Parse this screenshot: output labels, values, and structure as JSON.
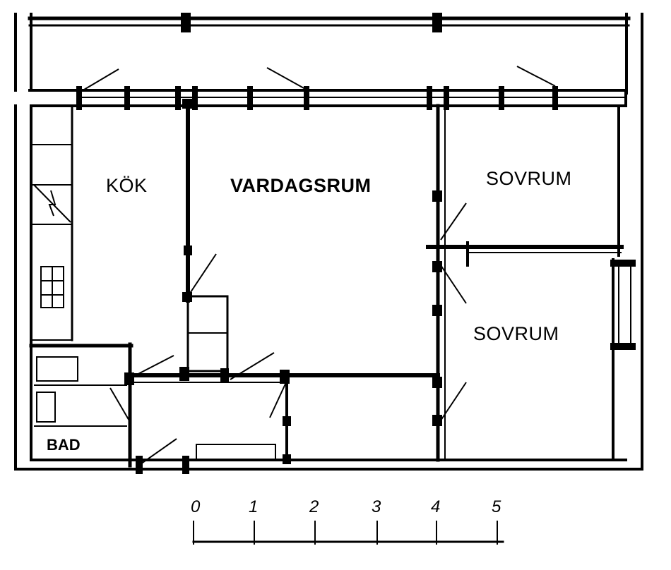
{
  "rooms": {
    "kitchen": "KÖK",
    "living_room": "VARDAGSRUM",
    "bedroom_1": "SOVRUM",
    "bedroom_2": "SOVRUM",
    "bathroom": "BAD"
  },
  "scale": {
    "ticks": [
      "0",
      "1",
      "2",
      "3",
      "4",
      "5"
    ]
  },
  "colors": {
    "ink": "#000000",
    "paper": "#ffffff"
  }
}
